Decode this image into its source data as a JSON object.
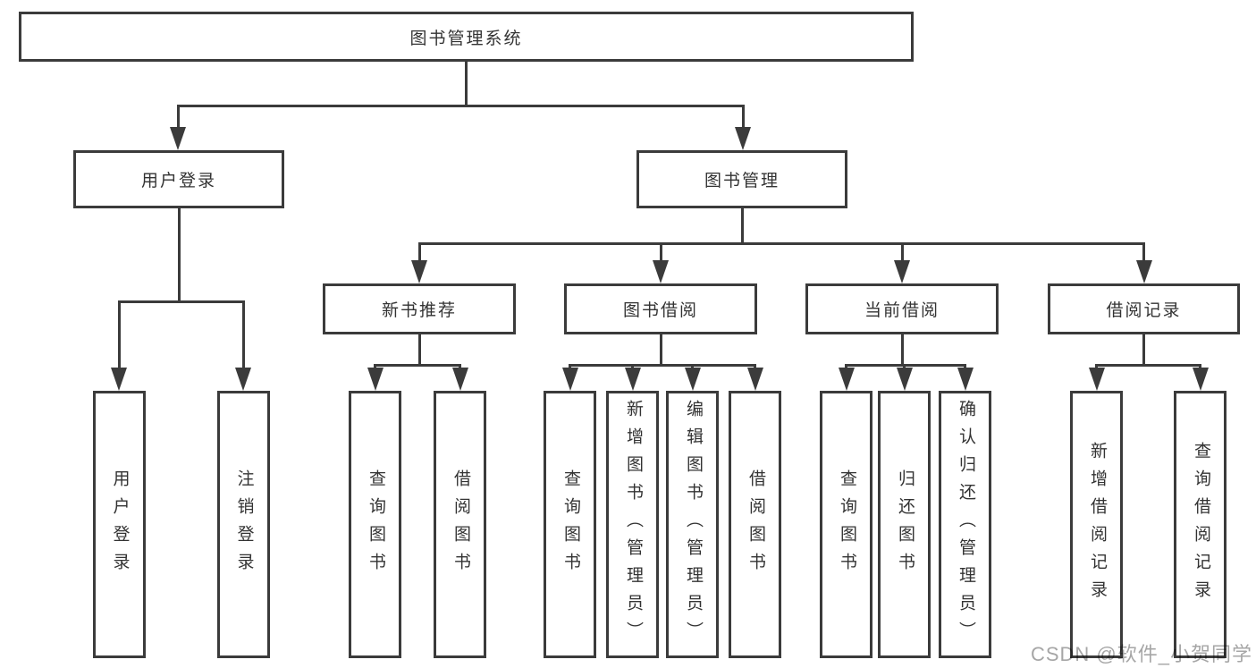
{
  "colors": {
    "line": "#3b3b3b",
    "text": "#333333",
    "background": "#ffffff",
    "watermark": "#a6a6a6"
  },
  "diagram": {
    "type": "tree-structure-chart",
    "root": {
      "label": "图书管理系统"
    },
    "level2": [
      {
        "label": "用户登录",
        "parent": "图书管理系统"
      },
      {
        "label": "图书管理",
        "parent": "图书管理系统"
      }
    ],
    "level3": [
      {
        "label": "新书推荐",
        "parent": "图书管理"
      },
      {
        "label": "图书借阅",
        "parent": "图书管理"
      },
      {
        "label": "当前借阅",
        "parent": "图书管理"
      },
      {
        "label": "借阅记录",
        "parent": "图书管理"
      }
    ],
    "leaves": [
      {
        "label": "用户登录",
        "parent": "用户登录"
      },
      {
        "label": "注销登录",
        "parent": "用户登录"
      },
      {
        "label": "查询图书",
        "parent": "新书推荐"
      },
      {
        "label": "借阅图书",
        "parent": "新书推荐"
      },
      {
        "label": "查询图书",
        "parent": "图书借阅"
      },
      {
        "label": "新增图书（管理员）",
        "parent": "图书借阅"
      },
      {
        "label": "编辑图书（管理员）",
        "parent": "图书借阅"
      },
      {
        "label": "借阅图书",
        "parent": "图书借阅"
      },
      {
        "label": "查询图书",
        "parent": "当前借阅"
      },
      {
        "label": "归还图书",
        "parent": "当前借阅"
      },
      {
        "label": "确认归还（管理员）",
        "parent": "当前借阅"
      },
      {
        "label": "新增借阅记录",
        "parent": "借阅记录"
      },
      {
        "label": "查询借阅记录",
        "parent": "借阅记录"
      }
    ]
  },
  "watermark": {
    "text": "CSDN @软件_小贺同学"
  }
}
